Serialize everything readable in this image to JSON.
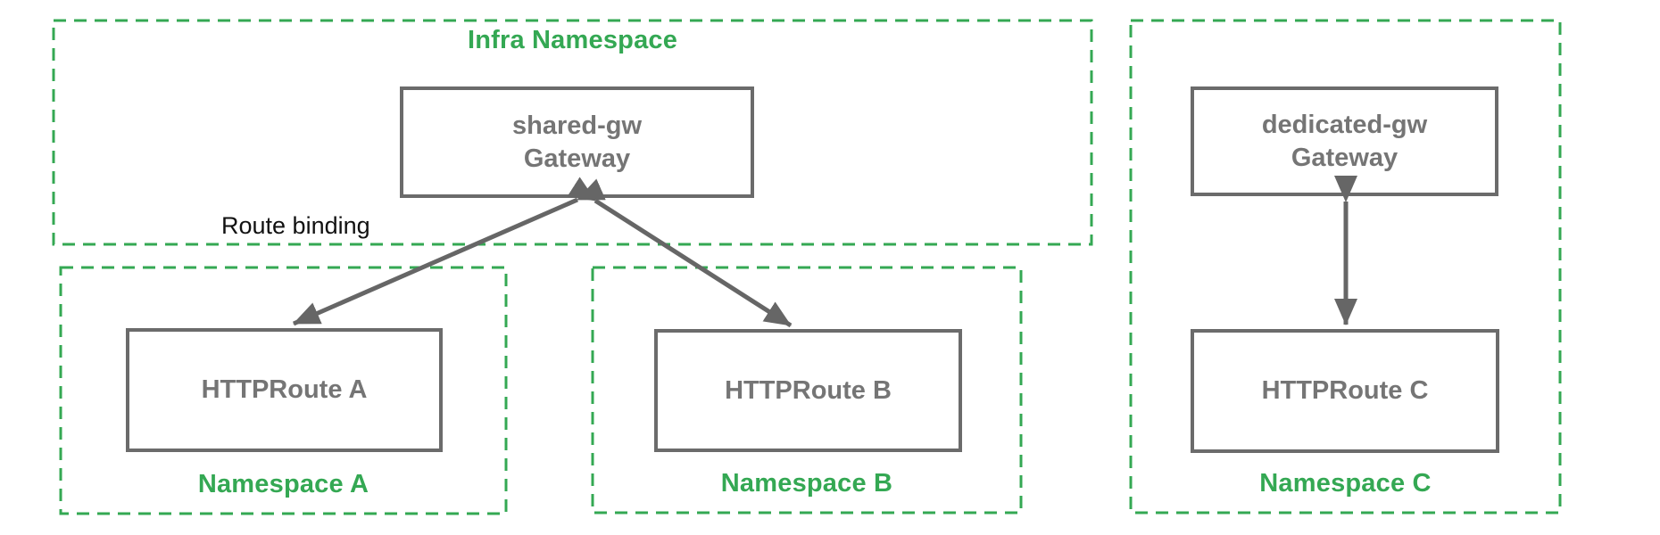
{
  "colors": {
    "namespace_green": "#34A853",
    "node_border_gray": "#6b6b6b",
    "node_text_gray": "#757575",
    "arrow_gray": "#666666",
    "annotation_black": "#111111",
    "background": "#ffffff"
  },
  "infra_namespace": {
    "title": "Infra Namespace",
    "gateway": {
      "name": "shared-gw",
      "kind": "Gateway"
    }
  },
  "annotations": {
    "route_binding": "Route binding"
  },
  "namespace_a": {
    "title": "Namespace A",
    "route": "HTTPRoute A"
  },
  "namespace_b": {
    "title": "Namespace B",
    "route": "HTTPRoute B"
  },
  "namespace_c": {
    "title": "Namespace C",
    "gateway": {
      "name": "dedicated-gw",
      "kind": "Gateway"
    },
    "route": "HTTPRoute C"
  }
}
